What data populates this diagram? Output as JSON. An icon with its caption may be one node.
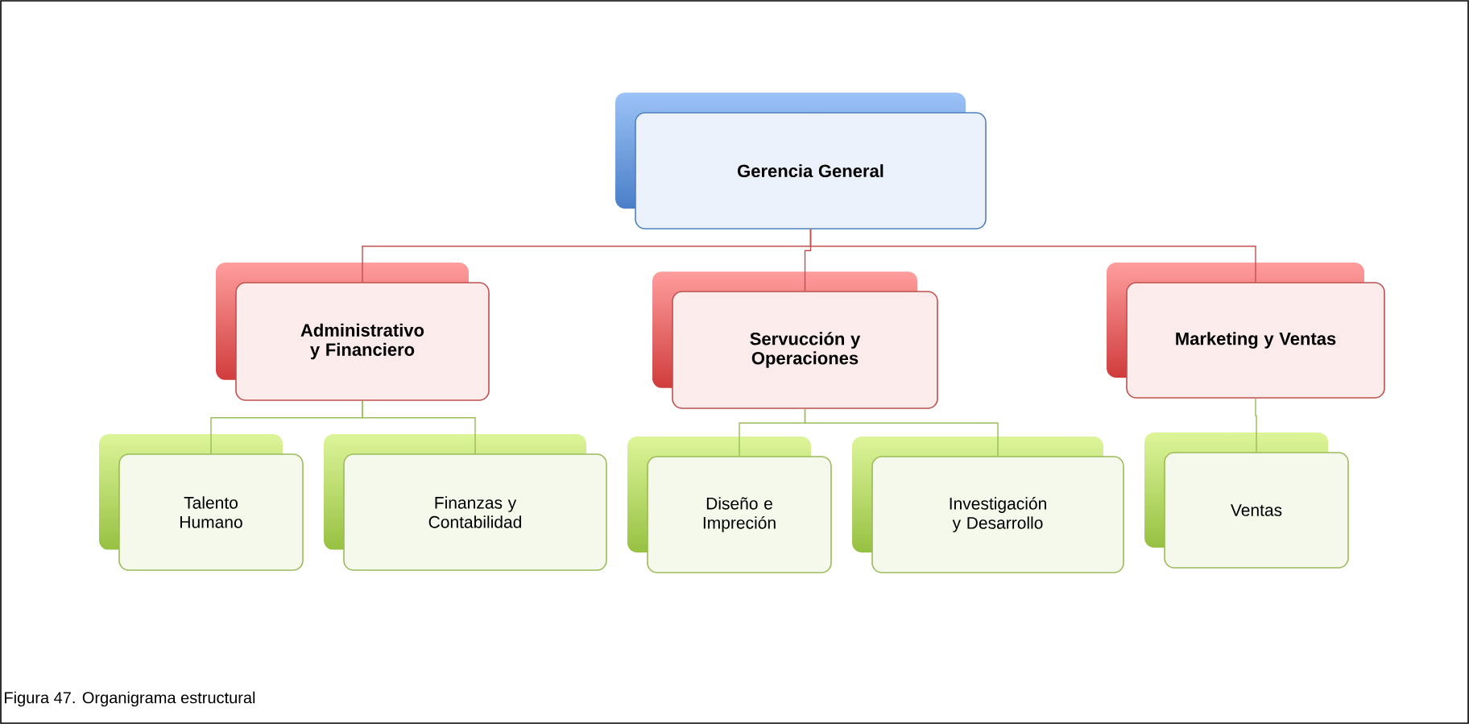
{
  "diagram": {
    "caption": "Figura 47. Organigrama estructural",
    "nodes": [
      {
        "text": [
          "Gerencia General"
        ]
      },
      {
        "text": [
          "Administrativo y Financiero"
        ]
      },
      {
        "text": [
          "Servucción y Operaciones"
        ]
      },
      {
        "text": [
          "Marketing y Ventas"
        ]
      },
      {
        "text": [
          "Talento Humano"
        ]
      },
      {
        "text": [
          "Finanzas y Contabilidad"
        ]
      },
      {
        "text": [
          "Diseño e Impreción"
        ]
      },
      {
        "text": [
          "Investigación y Desarrollo"
        ]
      },
      {
        "text": [
          "Ventas"
        ]
      }
    ],
    "edges": [
      {
        "from": 0,
        "to": 1,
        "arrow": "none",
        "color": "#c0504d"
      },
      {
        "from": 0,
        "to": 2,
        "arrow": "none",
        "color": "#c0504d"
      },
      {
        "from": 0,
        "to": 3,
        "arrow": "none",
        "color": "#c0504d"
      },
      {
        "from": 1,
        "to": 4,
        "arrow": "none"
      },
      {
        "from": 1,
        "to": 5,
        "arrow": "none"
      },
      {
        "from": 2,
        "to": 6,
        "arrow": "none"
      },
      {
        "from": 2,
        "to": 7,
        "arrow": "none"
      },
      {
        "from": 3,
        "to": 8,
        "arrow": "none"
      }
    ]
  }
}
